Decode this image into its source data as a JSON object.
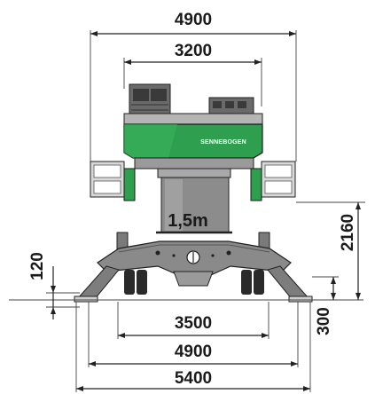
{
  "diagram": {
    "brand_logo": "SENNEBOGEN",
    "mast_height_label": "1,5m",
    "dimensions": {
      "overall_top_width": "4900",
      "cab_width": "3200",
      "track_height": "2160",
      "undercarriage_offset": "120",
      "ground_clearance": "300",
      "inner_support_width": "3500",
      "middle_support_width": "4900",
      "outer_support_width": "5400"
    },
    "colors": {
      "accent_green": "#2e9e4f",
      "machine_gray": "#8a8a8a",
      "dark_gray": "#4a4a4a",
      "light_gray": "#c8c8c8"
    }
  }
}
